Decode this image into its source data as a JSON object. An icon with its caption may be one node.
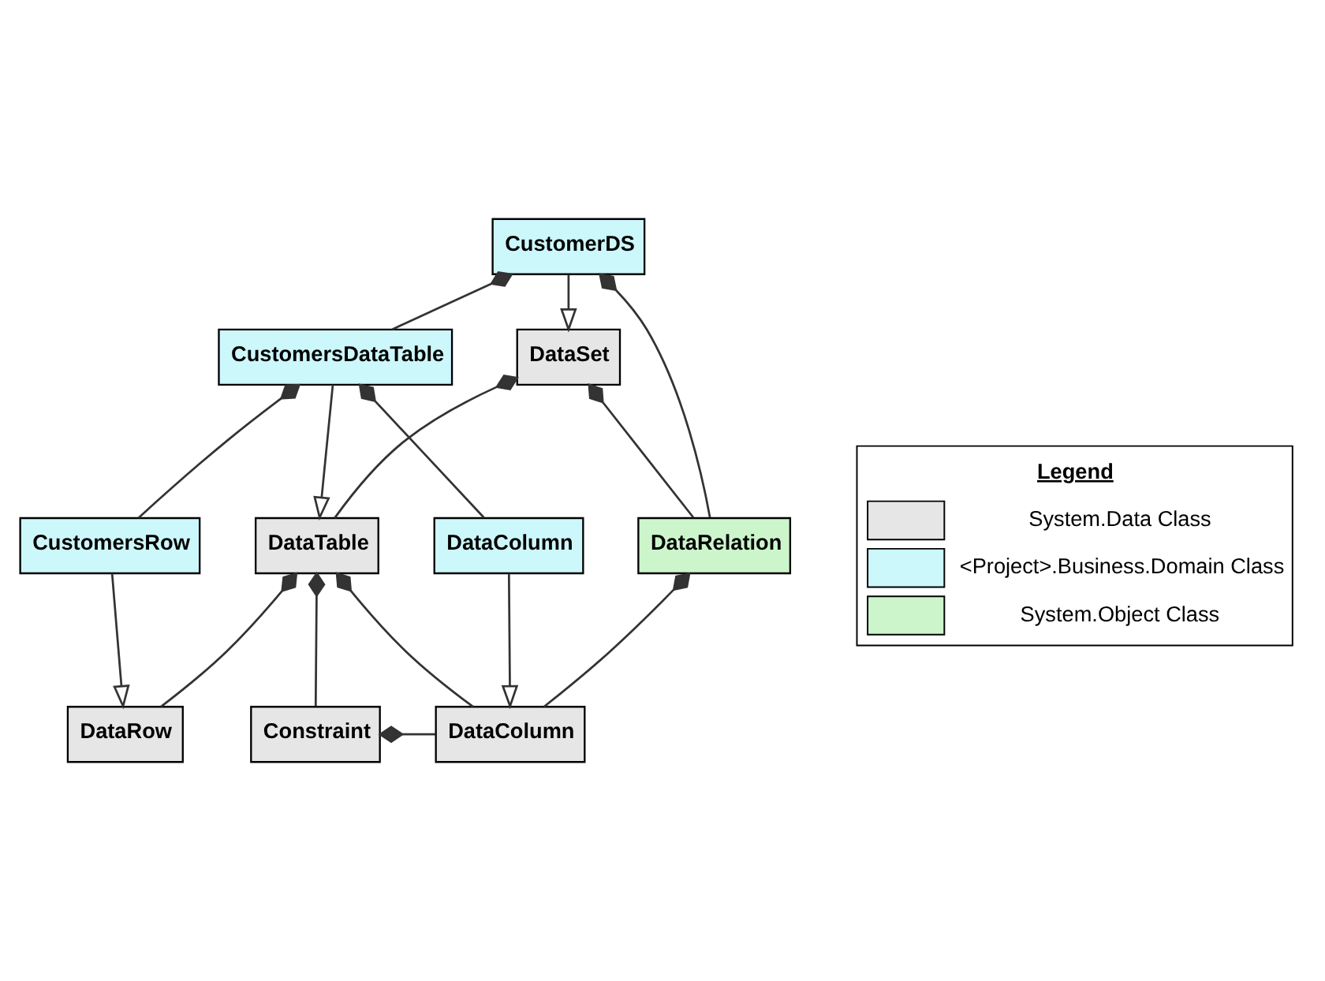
{
  "diagram": {
    "nodes": [
      {
        "text": [
          "DataSet"
        ]
      },
      {
        "text": [
          "CustomerDS"
        ]
      },
      {
        "text": [
          "DataTable"
        ]
      },
      {
        "text": [
          "DataRelation"
        ]
      },
      {
        "text": [
          "DataRow"
        ]
      },
      {
        "text": [
          "DataColumn"
        ]
      },
      {
        "text": [
          "Constraint"
        ]
      },
      {
        "text": [
          "CustomersDataTable"
        ]
      },
      {
        "text": [
          "CustomersRow"
        ]
      },
      {
        "text": [
          "DataColumn"
        ]
      }
    ],
    "edges": [
      {
        "from": 1,
        "to": 0,
        "arrow": "to"
      },
      {
        "from": 0,
        "to": 2,
        "arrow": "other"
      },
      {
        "from": 0,
        "to": 3,
        "arrow": "other"
      },
      {
        "from": 1,
        "to": 3,
        "arrow": "other"
      },
      {
        "from": 1,
        "to": 7,
        "arrow": "other"
      },
      {
        "from": 7,
        "to": 2,
        "arrow": "to"
      },
      {
        "from": 2,
        "to": 4,
        "arrow": "other"
      },
      {
        "from": 2,
        "to": 5,
        "arrow": "other"
      },
      {
        "from": 2,
        "to": 6,
        "arrow": "other"
      },
      {
        "from": 3,
        "to": 5,
        "arrow": "other"
      },
      {
        "from": 6,
        "to": 5,
        "arrow": "other"
      },
      {
        "from": 8,
        "to": 4,
        "arrow": "to"
      },
      {
        "from": 9,
        "to": 5,
        "arrow": "to"
      },
      {
        "from": 7,
        "to": 8,
        "arrow": "other"
      },
      {
        "from": 7,
        "to": 9,
        "arrow": "other"
      }
    ],
    "labels": [
      "Legend"
    ],
    "legend": [
      {
        "text": "System.Data Class",
        "color": "#e6e6e6"
      },
      {
        "text": "<Project>.Business.Domain Class",
        "color": "#ccf7fb"
      },
      {
        "text": "System.Object Class",
        "color": "#ccf5cc"
      }
    ]
  }
}
